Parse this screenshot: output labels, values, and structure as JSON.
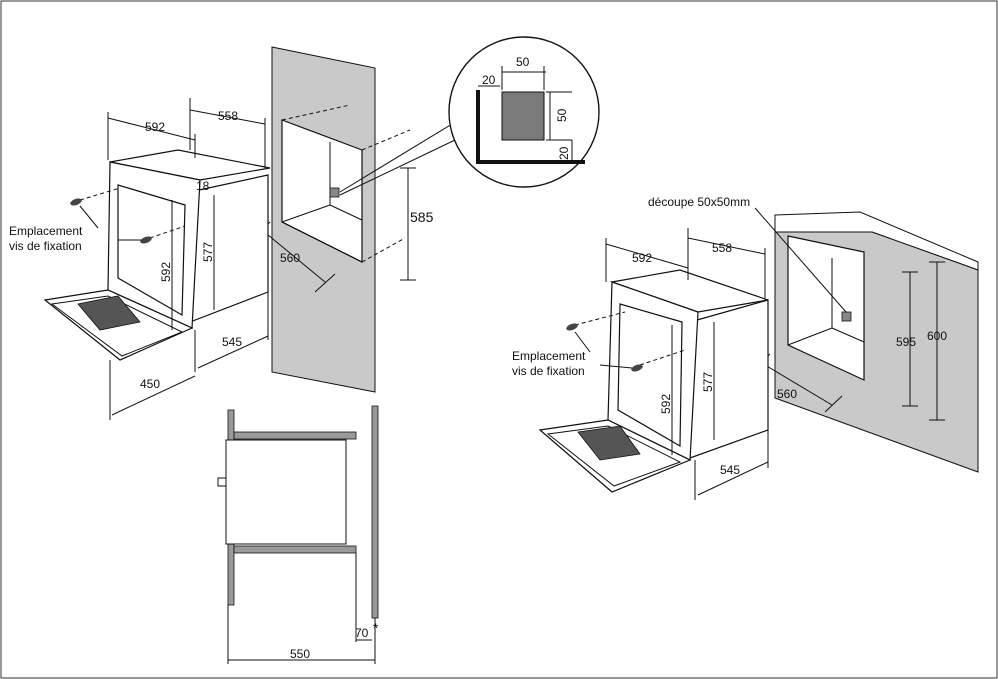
{
  "figure": {
    "left_oven": {
      "width": "592",
      "depth_top": "558",
      "frame": "18",
      "height_outer": "577",
      "height_door": "592",
      "depth_bottom": "545",
      "door_open": "450",
      "screw_label_line1": "Emplacement",
      "screw_label_line2": "vis de fixation"
    },
    "left_niche": {
      "height": "585",
      "width": "560"
    },
    "detail": {
      "square": "50",
      "offset_left": "20",
      "square_height": "50",
      "offset_bottom": "20"
    },
    "section": {
      "depth": "550",
      "gap": "70",
      "star": "*"
    },
    "right_oven": {
      "cutout": "découpe 50x50mm",
      "width": "592",
      "depth_top": "558",
      "height_outer": "577",
      "height_door": "592",
      "depth_bottom": "545",
      "screw_label_line1": "Emplacement",
      "screw_label_line2": "vis de fixation"
    },
    "right_niche": {
      "height_inner": "595",
      "height_outer": "600",
      "width": "560"
    }
  }
}
